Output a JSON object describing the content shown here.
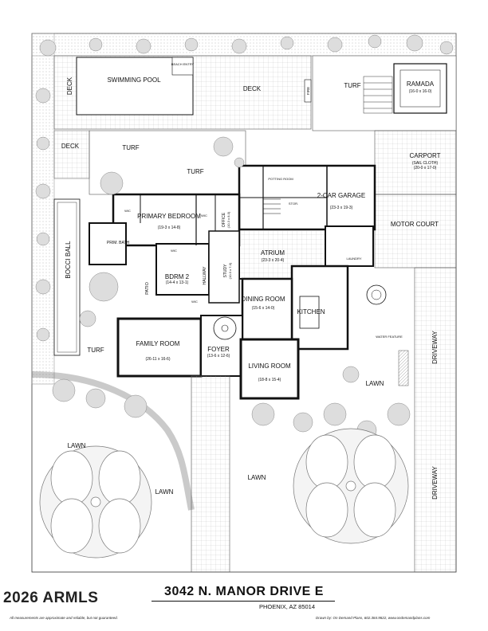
{
  "address": {
    "street": "3042 N. MANOR DRIVE E",
    "city": "PHOENIX, AZ 85014"
  },
  "watermark": "2026 ARMLS",
  "disclaimer": "All measurements are approximate and reliable, but not guaranteed.",
  "credit": "Drawn by: On Demand Plans, 602.384.9822, www.ondemandplans.com",
  "rooms": {
    "swimming_pool": "SWIMMING POOL",
    "beach_entry": "BEACH ENTRY",
    "deck_top": "DECK",
    "deck_left": "DECK",
    "deck_mid": "DECK",
    "turf_top": "TURF",
    "ramada": "RAMADA",
    "ramada_dim": "(16-0 x 16-0)",
    "turf_mid_a": "TURF",
    "turf_mid_b": "TURF",
    "carport": "CARPORT",
    "carport_note": "(SAIL CLOTH)",
    "carport_dim": "(20-0 x 17-0)",
    "potting_room": "POTTING ROOM",
    "garage": "2-CAR GARAGE",
    "garage_dim": "(23-3 x 19-3)",
    "motor_court": "MOTOR COURT",
    "primary_bedroom": "PRIMARY BEDROOM",
    "primary_bedroom_dim": "(19-3 x 14-8)",
    "prim_bath": "PRIM. BATH",
    "wic_a": "WIC",
    "wic_b": "WIC",
    "wic_c": "WIC",
    "wic_d": "WIC",
    "office": "OFFICE",
    "office_dim": "(10-3 x 8-0)",
    "stor": "STOR.",
    "atrium": "ATRIUM",
    "atrium_dim": "(23-3 x 20-4)",
    "laundry": "LAUNDRY",
    "bocci_ball": "BOCCI BALL",
    "bdrm2": "BDRM 2",
    "bdrm2_dim": "(14-4 x 13-1)",
    "patio": "PATIO",
    "hallway": "HALLWAY",
    "study": "STUDY",
    "study_dim": "(10-0 x 7-0)",
    "dining_room": "DINING ROOM",
    "dining_dim": "(15-6 x 14-0)",
    "kitchen": "KITCHEN",
    "water_feature": "WATER FEATURE",
    "family_room": "FAMILY ROOM",
    "family_dim": "(26-11 x 16-6)",
    "foyer": "FOYER",
    "foyer_dim": "(13-6 x 12-6)",
    "living_room": "LIVING ROOM",
    "living_dim": "(18-8 x 15-4)",
    "turf_low": "TURF",
    "driveway_a": "DRIVEWAY",
    "driveway_b": "DRIVEWAY",
    "lawn_right": "LAWN",
    "lawn_a": "LAWN",
    "lawn_b": "LAWN",
    "lawn_c": "LAWN",
    "fire": "FIRE"
  }
}
